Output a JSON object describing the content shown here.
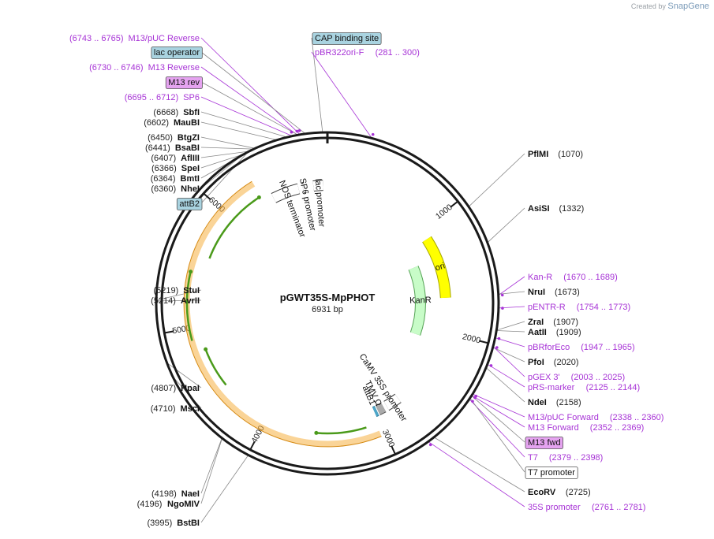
{
  "credit": {
    "prefix": "Created by",
    "brand": "SnapGene"
  },
  "plasmid": {
    "name": "pGWT35S-MpPHOT",
    "size_label": "6931 bp",
    "length": 6931
  },
  "ticks": [
    {
      "label": "1000",
      "pos": 1000
    },
    {
      "label": "2000",
      "pos": 2000
    },
    {
      "label": "3000",
      "pos": 3000
    },
    {
      "label": "4000",
      "pos": 4000
    },
    {
      "label": "5000",
      "pos": 5000
    },
    {
      "label": "6000",
      "pos": 6000
    }
  ],
  "inner_features": [
    {
      "name": "ori",
      "start": 1100,
      "end": 1680,
      "dir": "rev",
      "color": "#ffff00",
      "stroke": "#a6a600",
      "label": "ori"
    },
    {
      "name": "KanR",
      "start": 1300,
      "end": 2100,
      "dir": "rev",
      "color": "#c8fcc8",
      "stroke": "#55a355",
      "label": "KanR"
    },
    {
      "name": "lac-promoter",
      "start": 6800,
      "end": 6890,
      "dir": "fwd",
      "color": "#ffffff",
      "stroke": "#333333",
      "label": "lac promoter"
    },
    {
      "name": "SP6-promoter",
      "start": 6700,
      "end": 6720,
      "dir": "fwd",
      "color": "#ffffff",
      "stroke": "#333333",
      "label": "SP6 promoter"
    },
    {
      "name": "NOS-terminator",
      "start": 6410,
      "end": 6660,
      "dir": "rev",
      "color": "#ffffff",
      "stroke": "#333333",
      "label": "NOS terminator"
    },
    {
      "name": "CaMV-35S-promoter",
      "start": 2760,
      "end": 2890,
      "dir": "rev",
      "color": "#ffffff",
      "stroke": "#333333",
      "label": "CaMV 35S promoter"
    },
    {
      "name": "TMV-omega",
      "start": 2920,
      "end": 2980,
      "dir": "fwd",
      "color": "#aaaaaa",
      "stroke": "#555555",
      "label": "TMV Ω"
    },
    {
      "name": "attB1",
      "start": 2990,
      "end": 3015,
      "dir": "fwd",
      "color": "#4da6c8",
      "stroke": "#2e7a99",
      "label": "attB1"
    }
  ],
  "left_labels": [
    {
      "name": "M13-pUC-Reverse",
      "coords": "(6743 .. 6765)",
      "text": "M13/pUC Reverse",
      "style": "primer",
      "pos": 6754
    },
    {
      "name": "lac-operator",
      "coords": "",
      "text": "lac operator",
      "style": "box-blue",
      "pos": 6790
    },
    {
      "name": "M13-Reverse",
      "coords": "(6730 .. 6746)",
      "text": "M13 Reverse",
      "style": "primer",
      "pos": 6738
    },
    {
      "name": "M13-rev",
      "coords": "",
      "text": "M13 rev",
      "style": "box-purple",
      "pos": 6740
    },
    {
      "name": "SP6",
      "coords": "(6695 .. 6712)",
      "text": "SP6",
      "style": "primer",
      "pos": 6703
    },
    {
      "name": "SbfI",
      "coords": "(6668)",
      "text": "SbfI",
      "style": "enzyme",
      "pos": 6668
    },
    {
      "name": "MauBI",
      "coords": "(6602)",
      "text": "MauBI",
      "style": "enzyme",
      "pos": 6602
    },
    {
      "name": "BtgZI",
      "coords": "(6450)",
      "text": "BtgZI",
      "style": "enzyme",
      "pos": 6450
    },
    {
      "name": "BsaBI",
      "coords": "(6441)",
      "text": "BsaBI",
      "style": "enzyme",
      "pos": 6441
    },
    {
      "name": "AflIII",
      "coords": "(6407)",
      "text": "AflIII",
      "style": "enzyme",
      "pos": 6407
    },
    {
      "name": "SpeI",
      "coords": "(6366)",
      "text": "SpeI",
      "style": "enzyme",
      "pos": 6366
    },
    {
      "name": "BmtI",
      "coords": "(6364)",
      "text": "BmtI",
      "style": "enzyme",
      "pos": 6364
    },
    {
      "name": "NheI",
      "coords": "(6360)",
      "text": "NheI",
      "style": "enzyme",
      "pos": 6360
    },
    {
      "name": "attB2",
      "coords": "",
      "text": "attB2",
      "style": "box-blue",
      "pos": 6400
    },
    {
      "name": "StuI",
      "coords": "(5219)",
      "text": "StuI",
      "style": "enzyme",
      "pos": 5219
    },
    {
      "name": "AvrII",
      "coords": "(5214)",
      "text": "AvrII",
      "style": "enzyme",
      "pos": 5214
    },
    {
      "name": "HpaI",
      "coords": "(4807)",
      "text": "HpaI",
      "style": "enzyme",
      "pos": 4807
    },
    {
      "name": "MscI",
      "coords": "(4710)",
      "text": "MscI",
      "style": "enzyme",
      "pos": 4710
    },
    {
      "name": "NaeI",
      "coords": "(4198)",
      "text": "NaeI",
      "style": "enzyme",
      "pos": 4198
    },
    {
      "name": "NgoMIV",
      "coords": "(4196)",
      "text": "NgoMIV",
      "style": "enzyme",
      "pos": 4196
    },
    {
      "name": "BstBI",
      "coords": "(3995)",
      "text": "BstBI",
      "style": "enzyme",
      "pos": 3995
    }
  ],
  "right_labels": [
    {
      "name": "CAP-binding-site",
      "coords": "",
      "text": "CAP binding site",
      "style": "box-blue",
      "pos": 6900
    },
    {
      "name": "pBR322ori-F",
      "coords": "(281 .. 300)",
      "text": "pBR322ori-F",
      "style": "primer",
      "pos": 290
    },
    {
      "name": "PflMI",
      "coords": "(1070)",
      "text": "PflMI",
      "style": "enzyme",
      "pos": 1070
    },
    {
      "name": "AsiSI",
      "coords": "(1332)",
      "text": "AsiSI",
      "style": "enzyme",
      "pos": 1332
    },
    {
      "name": "Kan-R",
      "coords": "(1670 .. 1689)",
      "text": "Kan-R",
      "style": "primer",
      "pos": 1680
    },
    {
      "name": "NruI",
      "coords": "(1673)",
      "text": "NruI",
      "style": "enzyme",
      "pos": 1673
    },
    {
      "name": "pENTR-R",
      "coords": "(1754 .. 1773)",
      "text": "pENTR-R",
      "style": "primer",
      "pos": 1763
    },
    {
      "name": "ZraI",
      "coords": "(1907)",
      "text": "ZraI",
      "style": "enzyme",
      "pos": 1907
    },
    {
      "name": "AatII",
      "coords": "(1909)",
      "text": "AatII",
      "style": "enzyme",
      "pos": 1909
    },
    {
      "name": "pBRforEco",
      "coords": "(1947 .. 1965)",
      "text": "pBRforEco",
      "style": "primer",
      "pos": 1956
    },
    {
      "name": "PfoI",
      "coords": "(2020)",
      "text": "PfoI",
      "style": "enzyme",
      "pos": 2020
    },
    {
      "name": "pGEX-3",
      "coords": "(2003 .. 2025)",
      "text": "pGEX 3'",
      "style": "primer",
      "pos": 2014
    },
    {
      "name": "pRS-marker",
      "coords": "(2125 .. 2144)",
      "text": "pRS-marker",
      "style": "primer",
      "pos": 2134
    },
    {
      "name": "NdeI",
      "coords": "(2158)",
      "text": "NdeI",
      "style": "enzyme",
      "pos": 2158
    },
    {
      "name": "M13-pUC-Forward",
      "coords": "(2338 .. 2360)",
      "text": "M13/pUC Forward",
      "style": "primer",
      "pos": 2349
    },
    {
      "name": "M13-Forward",
      "coords": "(2352 .. 2369)",
      "text": "M13 Forward",
      "style": "primer",
      "pos": 2360
    },
    {
      "name": "M13-fwd",
      "coords": "",
      "text": "M13 fwd",
      "style": "box-purple",
      "pos": 2362
    },
    {
      "name": "T7",
      "coords": "(2379 .. 2398)",
      "text": "T7",
      "style": "primer",
      "pos": 2388
    },
    {
      "name": "T7-promoter",
      "coords": "",
      "text": "T7 promoter",
      "style": "box-white",
      "pos": 2380
    },
    {
      "name": "EcoRV",
      "coords": "(2725)",
      "text": "EcoRV",
      "style": "enzyme",
      "pos": 2725
    },
    {
      "name": "35S-promoter",
      "coords": "(2761 .. 2781)",
      "text": "35S promoter",
      "style": "primer",
      "pos": 2771
    }
  ],
  "colors": {
    "primer": "#a733d6",
    "enzyme": "#111111",
    "coords": "#222222",
    "backbone": "#1a1a1a",
    "box_blue": "#a9d3e0",
    "box_purple": "#e5a3f0",
    "orf_orange": "#f5b041",
    "orf_green": "#4a9a1a"
  }
}
